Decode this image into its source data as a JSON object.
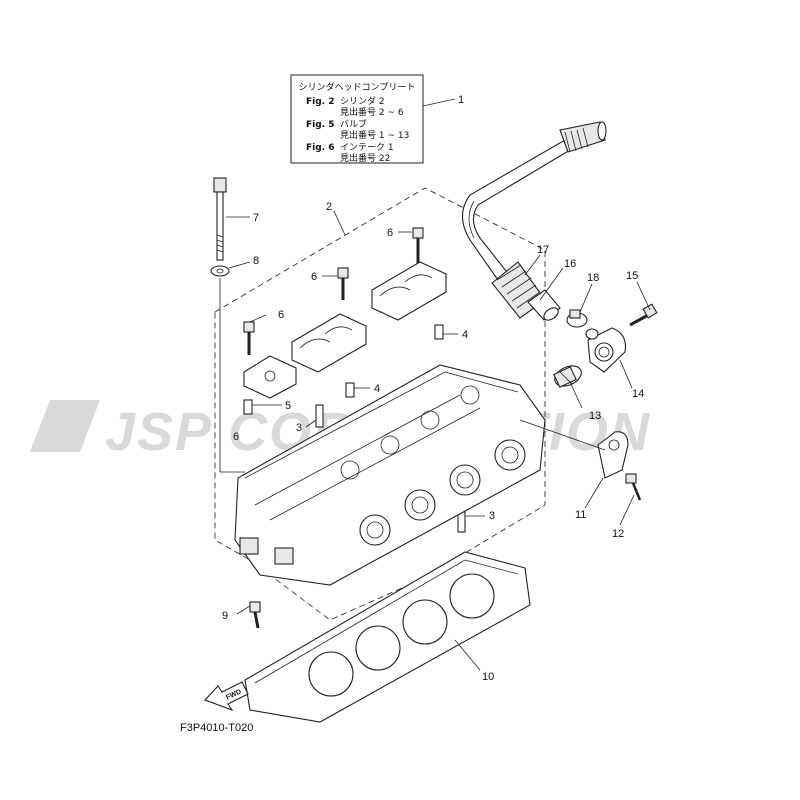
{
  "legend": {
    "title": "シリンダヘッドコンプリート",
    "rows": [
      {
        "fig": "Fig. 2",
        "name": "シリンダ 2",
        "ref": "見出番号 2 ~ 6"
      },
      {
        "fig": "Fig. 5",
        "name": "バルブ",
        "ref": "見出番号 1 ~ 13"
      },
      {
        "fig": "Fig. 6",
        "name": "インテーク 1",
        "ref": "見出番号 22"
      }
    ]
  },
  "callouts": [
    "1",
    "2",
    "3",
    "3",
    "4",
    "4",
    "5",
    "6",
    "6",
    "6",
    "6",
    "7",
    "8",
    "9",
    "10",
    "11",
    "12",
    "13",
    "14",
    "15",
    "16",
    "17",
    "18"
  ],
  "watermark": "JSP CORPORATION",
  "fwd_label": "FWD",
  "drawing_code": "F3P4010-T020"
}
